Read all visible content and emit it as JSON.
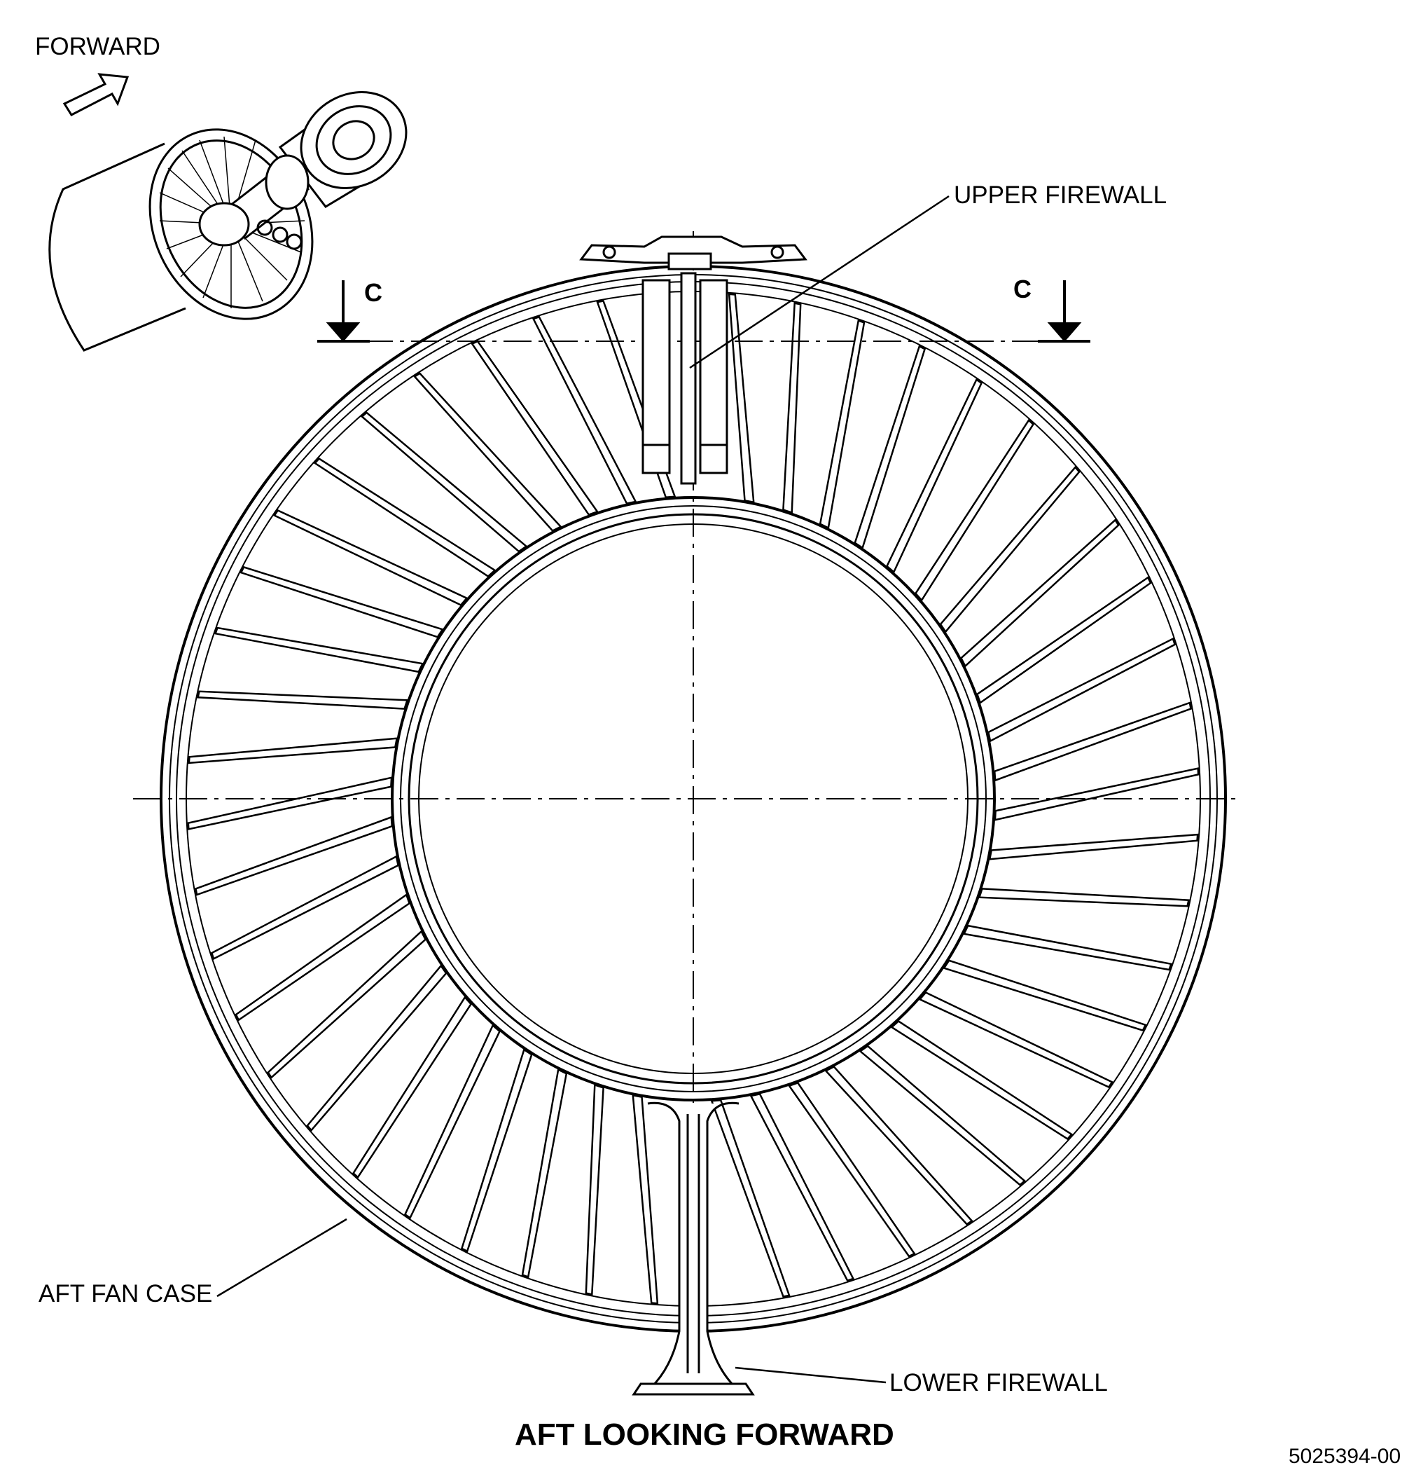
{
  "labels": {
    "forward": "FORWARD",
    "upper_firewall": "UPPER FIREWALL",
    "section_left": "C",
    "section_right": "C",
    "aft_fan_case": "AFT FAN CASE",
    "lower_firewall": "LOWER FIREWALL",
    "view_title": "AFT LOOKING FORWARD",
    "drawing_number": "5025394-00"
  },
  "diagram": {
    "vane_count": 48,
    "stroke_color": "#000000",
    "background_color": "#ffffff"
  }
}
